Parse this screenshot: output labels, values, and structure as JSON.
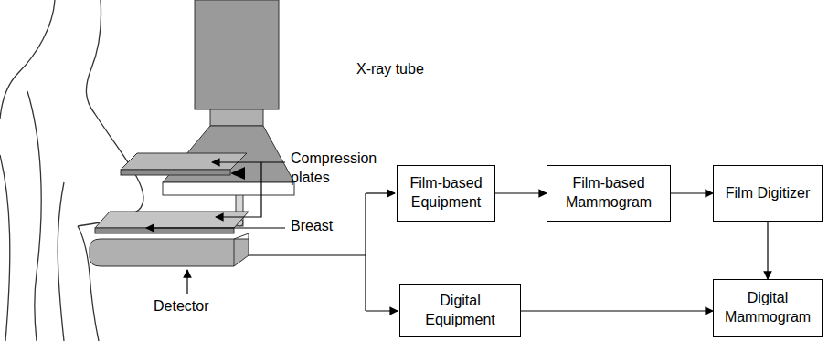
{
  "diagram": {
    "nodes": [
      {
        "text": [
          "Film-based Equipment"
        ]
      },
      {
        "text": [
          "Film-based Mammogram"
        ]
      },
      {
        "text": [
          "Film Digitizer"
        ]
      },
      {
        "text": [
          "Digital Equipment"
        ]
      },
      {
        "text": [
          "Digital Mammogram"
        ]
      }
    ],
    "edges": [
      {
        "from": 0,
        "to": 1,
        "arrow": "to"
      },
      {
        "from": 1,
        "to": 2,
        "arrow": "to"
      },
      {
        "from": 2,
        "to": 4,
        "arrow": "to"
      },
      {
        "from": 3,
        "to": 4,
        "arrow": "to"
      }
    ],
    "labels": [
      "X-ray tube",
      "Compression plates",
      "Breast",
      "Detector"
    ]
  }
}
